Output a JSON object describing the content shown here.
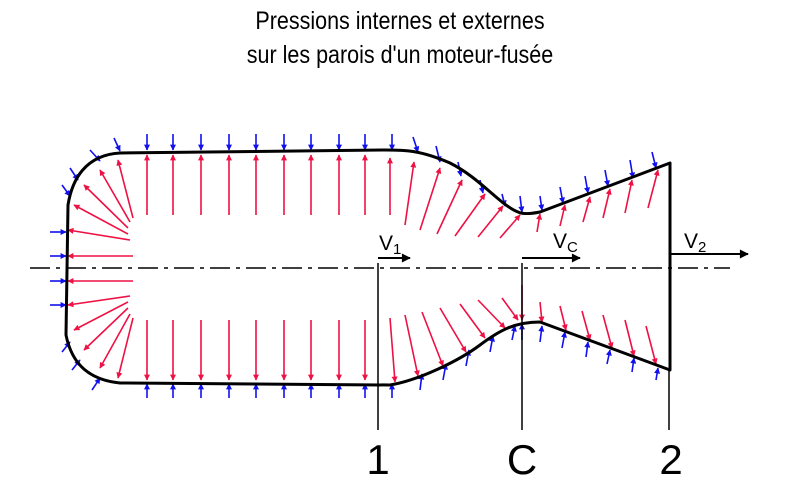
{
  "title": {
    "line1": "Pressions internes et externes",
    "line2": "sur les parois d'un moteur-fusée"
  },
  "labels": {
    "v1_main": "V",
    "v1_sub": "1",
    "vc_main": "V",
    "vc_sub": "C",
    "v2_main": "V",
    "v2_sub": "2",
    "section_1": "1",
    "section_c": "C",
    "section_2": "2"
  },
  "colors": {
    "internal_pressure": "#ee1144",
    "external_pressure": "#1111ee",
    "wall": "#000000"
  }
}
